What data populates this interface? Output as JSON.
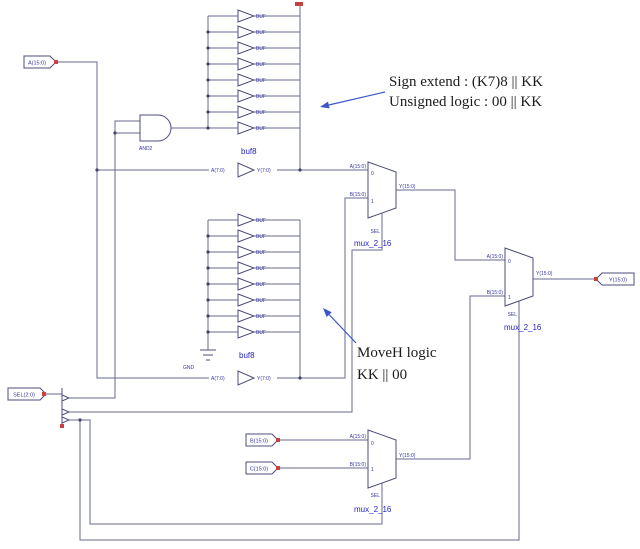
{
  "window": {
    "background": "#ffffff"
  },
  "colors": {
    "wire": "#6a6a91",
    "symbol_outline": "#4c4c78",
    "instance_label_blue": "#2424c0",
    "pin_label_blue": "#3636a0",
    "annotation_text": "#1c1c1c",
    "annotation_arrow": "#3b55c8",
    "unconnected_marker_red": "#c94040"
  },
  "ports": {
    "a": "A(15:0)",
    "sel": "SEL(2:0)",
    "b": "B(15:0)",
    "c": "C(15:0)",
    "y_out": "Y(15:0)"
  },
  "buffer": {
    "label": "BUF",
    "instance_label": "buf8",
    "bus_in": "A(7:0)",
    "bus_out": "Y(7:0)"
  },
  "and_gate": {
    "label": "AND2"
  },
  "gnd": {
    "label": "GND"
  },
  "mux": {
    "instance_label": "mux_2_16",
    "pin_a": "A(15:0)",
    "pin_b": "B(15:0)",
    "pin_y": "Y(15:0)",
    "pin_sel": "SEL",
    "sel0": "0",
    "sel1": "1"
  },
  "annotations": {
    "sign_extend_line1": "Sign extend : (K7)8 || KK",
    "sign_extend_line2": "Unsigned logic : 00 || KK",
    "moveh_line1": "MoveH logic",
    "moveh_line2": "KK || 00"
  }
}
